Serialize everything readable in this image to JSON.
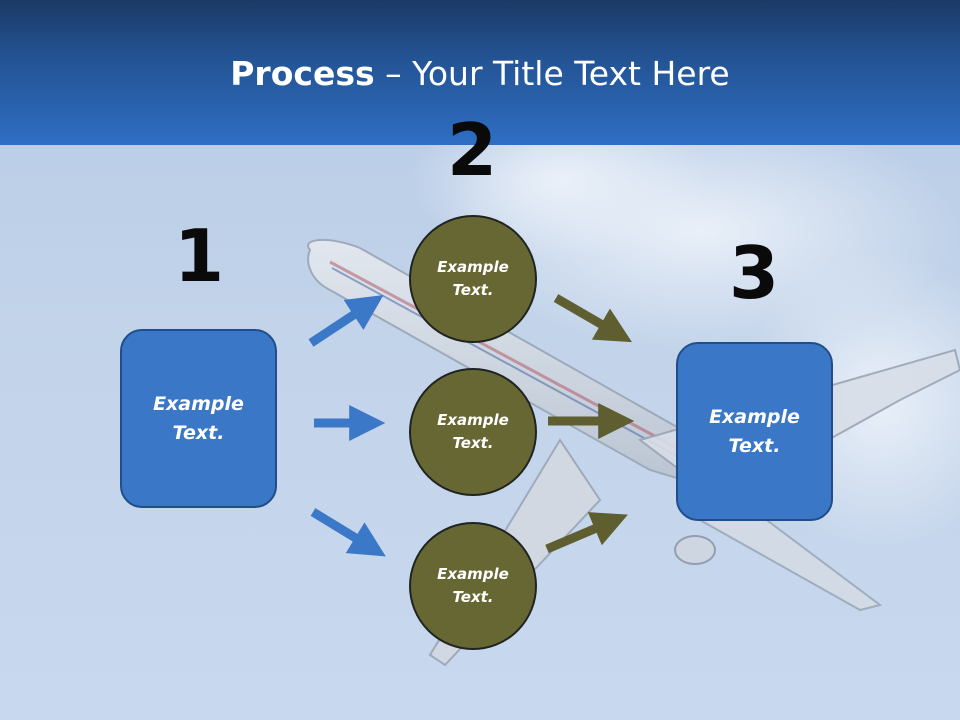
{
  "title": {
    "bold": "Process",
    "rest": " – Your Title Text Here"
  },
  "steps": {
    "n1": "1",
    "n2": "2",
    "n3": "3"
  },
  "left_box": {
    "text": "Example\nText."
  },
  "circles": [
    {
      "text": "Example\nText."
    },
    {
      "text": "Example\nText."
    },
    {
      "text": "Example\nText."
    }
  ],
  "right_box": {
    "text": "Example\nText."
  },
  "colors": {
    "header": "#2f6ec4",
    "box_fill": "#3a77c6",
    "circle_fill": "#676733",
    "blue_arrow": "#3b78c8",
    "olive_arrow": "#5e5e30"
  },
  "background_image": "airplane-in-sky"
}
